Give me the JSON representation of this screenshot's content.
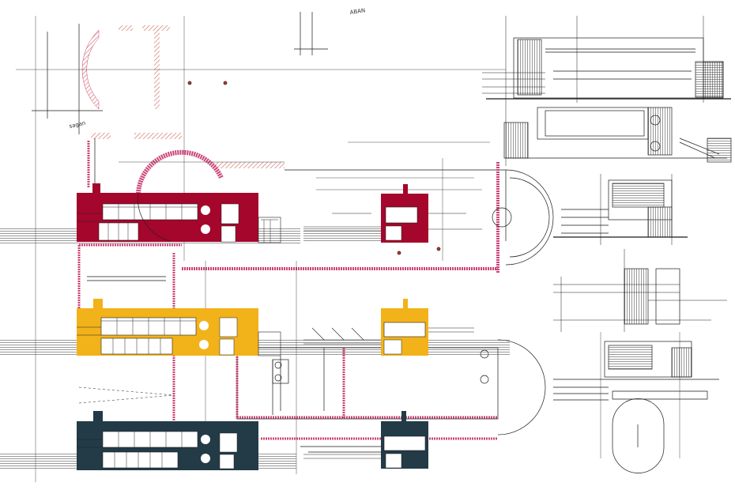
{
  "drawing": {
    "title": "",
    "annotations": [
      "sagan",
      "ABAN"
    ],
    "colors": {
      "elevation_top": "#a5062b",
      "elevation_middle": "#f2b21a",
      "elevation_bottom": "#223b47",
      "plan_hatch": "#d98880",
      "ink": "#1a1a1a",
      "paper": "#ffffff"
    }
  },
  "elevations": [
    {
      "name": "elevation-red",
      "color_key": "elevation_top"
    },
    {
      "name": "elevation-yellow",
      "color_key": "elevation_middle"
    },
    {
      "name": "elevation-navy",
      "color_key": "elevation_bottom"
    }
  ]
}
